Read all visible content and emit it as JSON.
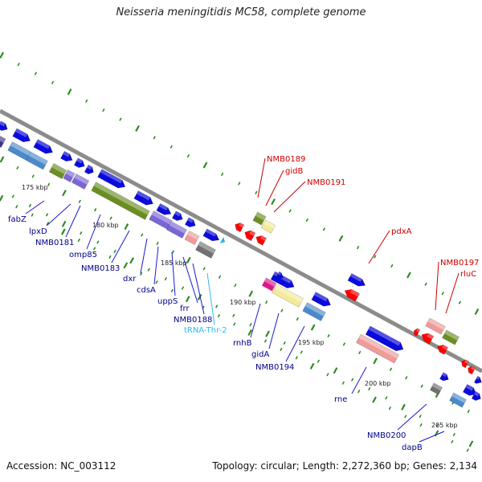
{
  "title": "Neisseria meningitidis MC58, complete genome",
  "footer": {
    "accession": "Accession: NC_003112",
    "topology": "Topology: circular; Length: 2,272,360 bp; Genes: 2,134"
  },
  "colors": {
    "backbone": "#8c8c8c",
    "blue": "#0a0adc",
    "steel": "#4a8acb",
    "purple": "#7a66d6",
    "indigo": "#40348c",
    "olive": "#6b8e23",
    "yellow": "#f3ea9a",
    "pink": "#f09a9a",
    "magenta": "#e0148c",
    "red": "#ff0000",
    "gray": "#707070",
    "tick": "#2e8b22",
    "cyan": "#00bfff",
    "label_blue": "#00008b",
    "label_red": "#cc0000",
    "label_cyan": "#33bbee"
  },
  "scale_labels": [
    "175 kbp",
    "180 kbp",
    "185 kbp",
    "190 kbp",
    "195 kbp",
    "200 kbp",
    "205 kbp"
  ],
  "labels": {
    "fabZ": "fabZ",
    "lpxD": "lpxD",
    "NMB0181": "NMB0181",
    "omp85": "omp85",
    "NMB0183": "NMB0183",
    "dxr": "dxr",
    "cdsA": "cdsA",
    "uppS": "uppS",
    "frr": "frr",
    "NMB0188": "NMB0188",
    "tRNA_Thr_2": "tRNA-Thr-2",
    "NMB0189": "NMB0189",
    "gidB": "gidB",
    "NMB0191": "NMB0191",
    "pdxA": "pdxA",
    "NMB0197": "NMB0197",
    "rluC": "rluC",
    "rnhB": "rnhB",
    "gidA": "gidA",
    "NMB0194": "NMB0194",
    "rne": "rne",
    "NMB0200": "NMB0200",
    "dapB": "dapB"
  }
}
